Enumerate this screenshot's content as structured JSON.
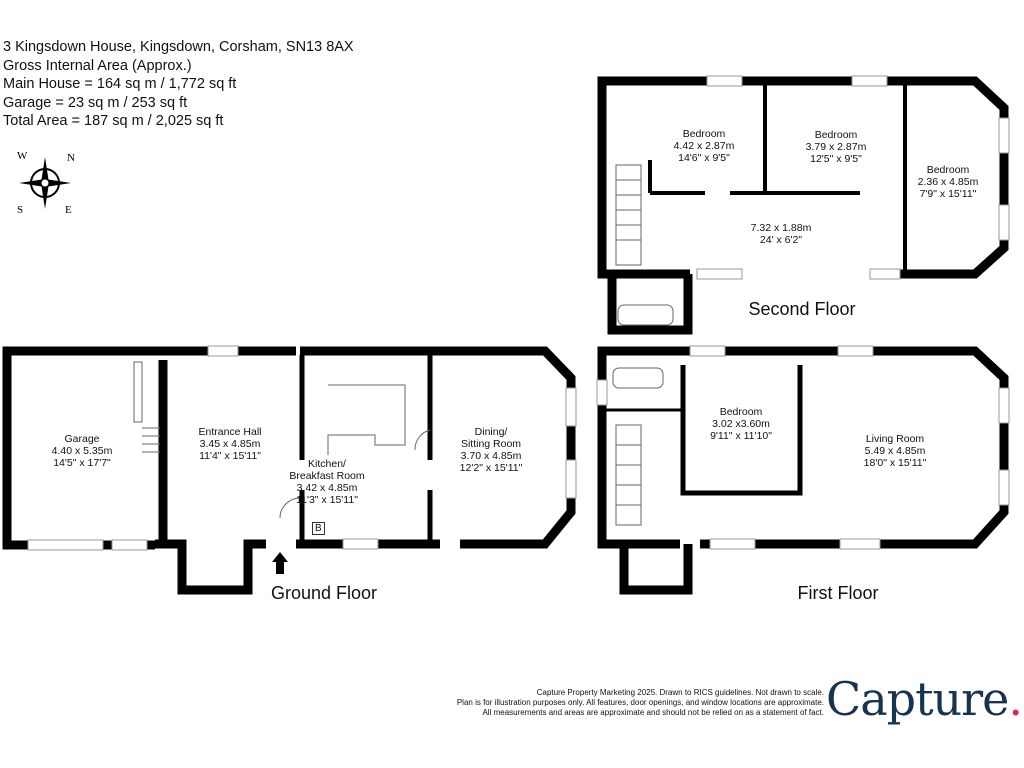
{
  "header": {
    "address": "3 Kingsdown House, Kingsdown, Corsham, SN13 8AX",
    "gia_title": "Gross Internal Area (Approx.)",
    "main_house": "Main House = 164 sq m / 1,772 sq ft",
    "garage": "Garage = 23 sq m / 253 sq ft",
    "total": "Total Area = 187 sq m / 2,025 sq ft"
  },
  "compass": {
    "icon": "compass-rose-icon",
    "labels": [
      "N",
      "E",
      "S",
      "W"
    ]
  },
  "ground_floor": {
    "title": "Ground Floor",
    "boiler_label": "B",
    "rooms": [
      {
        "name": "Garage",
        "metric": "4.40 x 5.35m",
        "imperial": "14'5\" x 17'7\""
      },
      {
        "name": "Entrance Hall",
        "metric": "3.45 x 4.85m",
        "imperial": "11'4\" x 15'11\""
      },
      {
        "name": "Kitchen/\nBreakfast Room",
        "name1": "Kitchen/",
        "name2": "Breakfast Room",
        "metric": "3.42 x 4.85m",
        "imperial": "11'3\" x 15'11\""
      },
      {
        "name": "Dining/\nSitting Room",
        "name1": "Dining/",
        "name2": "Sitting Room",
        "metric": "3.70 x 4.85m",
        "imperial": "12'2\" x 15'11\""
      }
    ]
  },
  "first_floor": {
    "title": "First Floor",
    "rooms": [
      {
        "name": "Bedroom",
        "metric": "3.02 x3.60m",
        "imperial": "9'11\" x 11'10\""
      },
      {
        "name": "Living Room",
        "metric": "5.49 x 4.85m",
        "imperial": "18'0\" x 15'11\""
      }
    ]
  },
  "second_floor": {
    "title": "Second Floor",
    "rooms": [
      {
        "name": "Bedroom",
        "metric": "4.42 x 2.87m",
        "imperial": "14'6\" x 9'5\""
      },
      {
        "name": "Bedroom",
        "metric": "3.79 x 2.87m",
        "imperial": "12'5\" x 9'5\""
      },
      {
        "name": "Bedroom",
        "metric": "2.36 x 4.85m",
        "imperial": "7'9\" x 15'11\""
      },
      {
        "name": "",
        "metric": "7.32 x 1.88m",
        "imperial": "24' x 6'2\""
      }
    ]
  },
  "footer": {
    "line1": "Capture Property Marketing 2025. Drawn to RICS guidelines.  Not drawn to scale.",
    "line2": "Plan is for illustration purposes only. All features, door openings, and window locations are approximate.",
    "line3": "All measurements and areas are approximate and should not be relied on as a statement of fact.",
    "logo_text": "Capture",
    "logo_dot": "."
  },
  "colors": {
    "wall": "#000000",
    "logo": "#16344f",
    "logo_dot": "#e0245e"
  }
}
